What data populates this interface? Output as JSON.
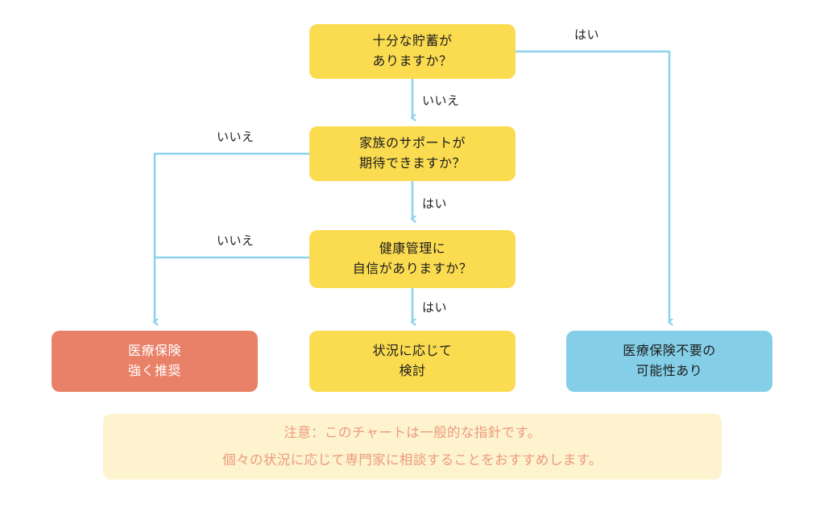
{
  "chart_data": {
    "type": "diagram",
    "title": "",
    "colors": {
      "question_node": "#FBDC50",
      "result_warning": "#E98169",
      "result_middle": "#FBDC50",
      "result_ok": "#84CEE7",
      "connector": "#8ED3EC",
      "note_background": "#FDF3CE",
      "note_text": "#EC9A7E",
      "text_dark": "#1d1d1d",
      "text_light": "#ffffff"
    },
    "nodes": [
      {
        "id": "q1",
        "kind": "question",
        "line1": "十分な貯蓄が",
        "line2": "ありますか？"
      },
      {
        "id": "q2",
        "kind": "question",
        "line1": "家族のサポートが",
        "line2": "期待できますか？"
      },
      {
        "id": "q3",
        "kind": "question",
        "line1": "健康管理に",
        "line2": "自信がありますか？"
      },
      {
        "id": "r1",
        "kind": "result_warning",
        "line1": "医療保険",
        "line2": "強く推奨"
      },
      {
        "id": "r2",
        "kind": "result_middle",
        "line1": "状況に応じて",
        "line2": "検討"
      },
      {
        "id": "r3",
        "kind": "result_ok",
        "line1": "医療保険不要の",
        "line2": "可能性あり"
      }
    ],
    "edges": [
      {
        "from": "q1",
        "to": "r3",
        "label": "はい"
      },
      {
        "from": "q1",
        "to": "q2",
        "label": "いいえ"
      },
      {
        "from": "q2",
        "to": "r1",
        "label": "いいえ"
      },
      {
        "from": "q2",
        "to": "q3",
        "label": "はい"
      },
      {
        "from": "q3",
        "to": "r1",
        "label": "いいえ"
      },
      {
        "from": "q3",
        "to": "r2",
        "label": "はい"
      }
    ]
  },
  "nodes": {
    "q1": {
      "line1": "十分な貯蓄が",
      "line2": "ありますか？"
    },
    "q2": {
      "line1": "家族のサポートが",
      "line2": "期待できますか？"
    },
    "q3": {
      "line1": "健康管理に",
      "line2": "自信がありますか？"
    },
    "r1": {
      "line1": "医療保険",
      "line2": "強く推奨"
    },
    "r2": {
      "line1": "状況に応じて",
      "line2": "検討"
    },
    "r3": {
      "line1": "医療保険不要の",
      "line2": "可能性あり"
    }
  },
  "edge_labels": {
    "q1_yes": "はい",
    "q1_no": "いいえ",
    "q2_no": "いいえ",
    "q2_yes": "はい",
    "q3_no": "いいえ",
    "q3_yes": "はい"
  },
  "note": {
    "line1": "注意：このチャートは一般的な指針です。",
    "line2": "個々の状況に応じて専門家に相談することをおすすめします。"
  }
}
